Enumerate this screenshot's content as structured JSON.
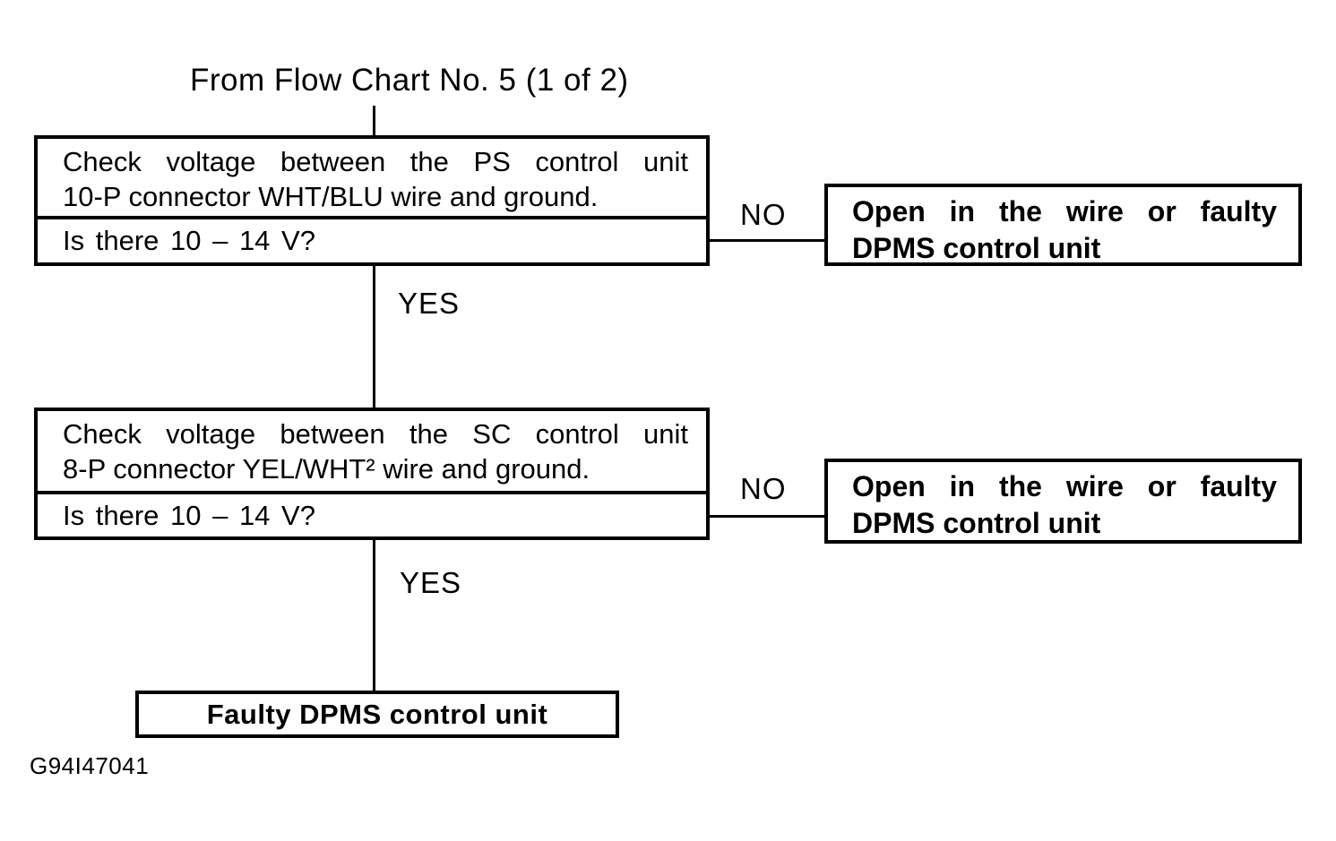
{
  "diagram": {
    "source_label": "From Flow Chart No. 5 (1 of 2)",
    "figure_code": "G94I47041",
    "colors": {
      "ink": "#000000",
      "paper": "#ffffff"
    },
    "steps": [
      {
        "instruction_lines": [
          "Check voltage between the PS control unit",
          "10-P connector WHT/BLU wire and ground."
        ],
        "question": "Is there 10 – 14 V?",
        "yes_label": "YES",
        "no_label": "NO",
        "no_result_lines": [
          "Open in the wire or faulty",
          "DPMS control unit"
        ]
      },
      {
        "instruction_lines": [
          "Check voltage between the SC control unit",
          "8-P connector YEL/WHT² wire and ground."
        ],
        "question": "Is there 10 – 14 V?",
        "yes_label": "YES",
        "no_label": "NO",
        "no_result_lines": [
          "Open in the wire or faulty",
          "DPMS control unit"
        ]
      }
    ],
    "final_result": "Faulty DPMS control unit"
  }
}
